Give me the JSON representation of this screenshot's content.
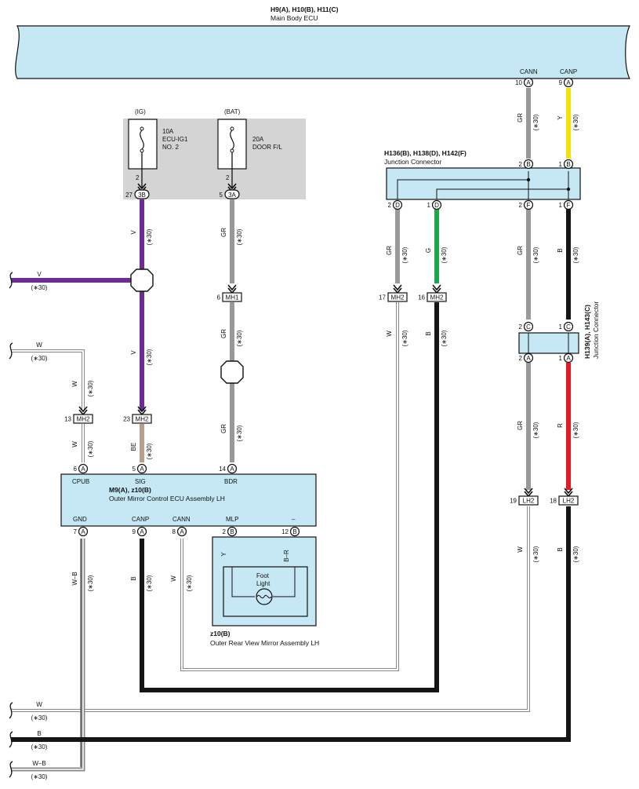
{
  "ecu": {
    "code": "H9(A), H10(B), H11(C)",
    "name": "Main Body ECU"
  },
  "ecu_pins": [
    {
      "num": "10",
      "letter": "A",
      "label": "CANN"
    },
    {
      "num": "9",
      "letter": "A",
      "label": "CANP"
    }
  ],
  "fuses": [
    {
      "header": "(IG)",
      "rating": "10A",
      "line1": "ECU-IG1",
      "line2": "NO. 2",
      "pin": "2",
      "conn_num": "27",
      "conn": "3B"
    },
    {
      "header": "(BAT)",
      "rating": "20A",
      "line1": "DOOR F/L",
      "line2": "",
      "pin": "2",
      "conn_num": "5",
      "conn": "3A"
    }
  ],
  "junction1": {
    "code": "H136(B), H138(D), H142(F)",
    "name": "Junction Connector"
  },
  "junction2": {
    "code": "H139(A), H143(C)",
    "name": "Junction Connector"
  },
  "mirror_ecu": {
    "code": "M9(A), z10(B)",
    "name": "Outer Mirror Control ECU Assembly LH"
  },
  "mirror_pins_top": [
    {
      "num": "6",
      "letter": "A",
      "label": "CPUB"
    },
    {
      "num": "5",
      "letter": "A",
      "label": "SIG"
    },
    {
      "num": "14",
      "letter": "A",
      "label": "BDR"
    }
  ],
  "mirror_pins_bottom": [
    {
      "num": "7",
      "letter": "A",
      "label": "GND"
    },
    {
      "num": "9",
      "letter": "A",
      "label": "CANP"
    },
    {
      "num": "8",
      "letter": "A",
      "label": "CANN"
    },
    {
      "num": "2",
      "letter": "B",
      "label": "MLP"
    },
    {
      "num": "12",
      "letter": "B",
      "label": "–"
    }
  ],
  "rear_mirror": {
    "code": "z10(B)",
    "name": "Outer Rear View Mirror Assembly LH",
    "lamp": "Foot",
    "lamp2": "Light"
  },
  "jc_pins": {
    "top_b2": "2",
    "top_b1": "1",
    "b": "B",
    "bot_d2": "2",
    "bot_d1": "1",
    "d": "D",
    "bot_f2": "2",
    "bot_f1": "1",
    "f": "F",
    "c2": "2",
    "c1": "1",
    "c": "C",
    "a2": "2",
    "a1": "1",
    "a": "A"
  },
  "inlines": [
    {
      "num": "6",
      "name": "MH1"
    },
    {
      "num": "13",
      "name": "MH2"
    },
    {
      "num": "23",
      "name": "MH2"
    },
    {
      "num": "17",
      "name": "MH2"
    },
    {
      "num": "16",
      "name": "MH2"
    },
    {
      "num": "19",
      "name": "LH2"
    },
    {
      "num": "18",
      "name": "LH2"
    }
  ],
  "wires": {
    "V": "V",
    "GR": "GR",
    "Y": "Y",
    "G": "G",
    "B": "B",
    "R": "R",
    "W": "W",
    "BE": "BE",
    "WB": "W–B",
    "BR": "B–R",
    "note": "(∗30)"
  },
  "colors": {
    "body": "#c6e8f5",
    "violet": "#6b2d8f",
    "gray": "#999999",
    "yellow": "#f5e10a",
    "green": "#1aa84a",
    "black": "#151515",
    "red": "#e31b23",
    "tan": "#b59f8d",
    "fusebox": "#d4d4d4"
  }
}
